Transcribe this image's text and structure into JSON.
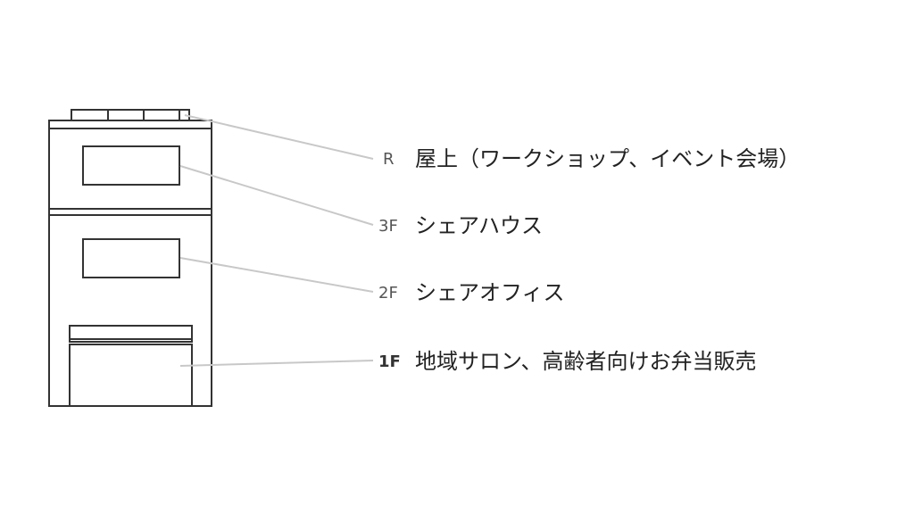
{
  "floors": [
    {
      "id": "roof",
      "code": "R",
      "description": "屋上（ワークショップ、イベント会場）"
    },
    {
      "id": "3f",
      "code": "3F",
      "description": "シェアハウス"
    },
    {
      "id": "2f",
      "code": "2F",
      "description": "シェアオフィス"
    },
    {
      "id": "1f",
      "code": "1F",
      "description": "地域サロン、高齢者向けお弁当販売"
    }
  ],
  "colors": {
    "outline": "#333333",
    "leader_line": "#c8c8c8",
    "text": "#222222"
  }
}
